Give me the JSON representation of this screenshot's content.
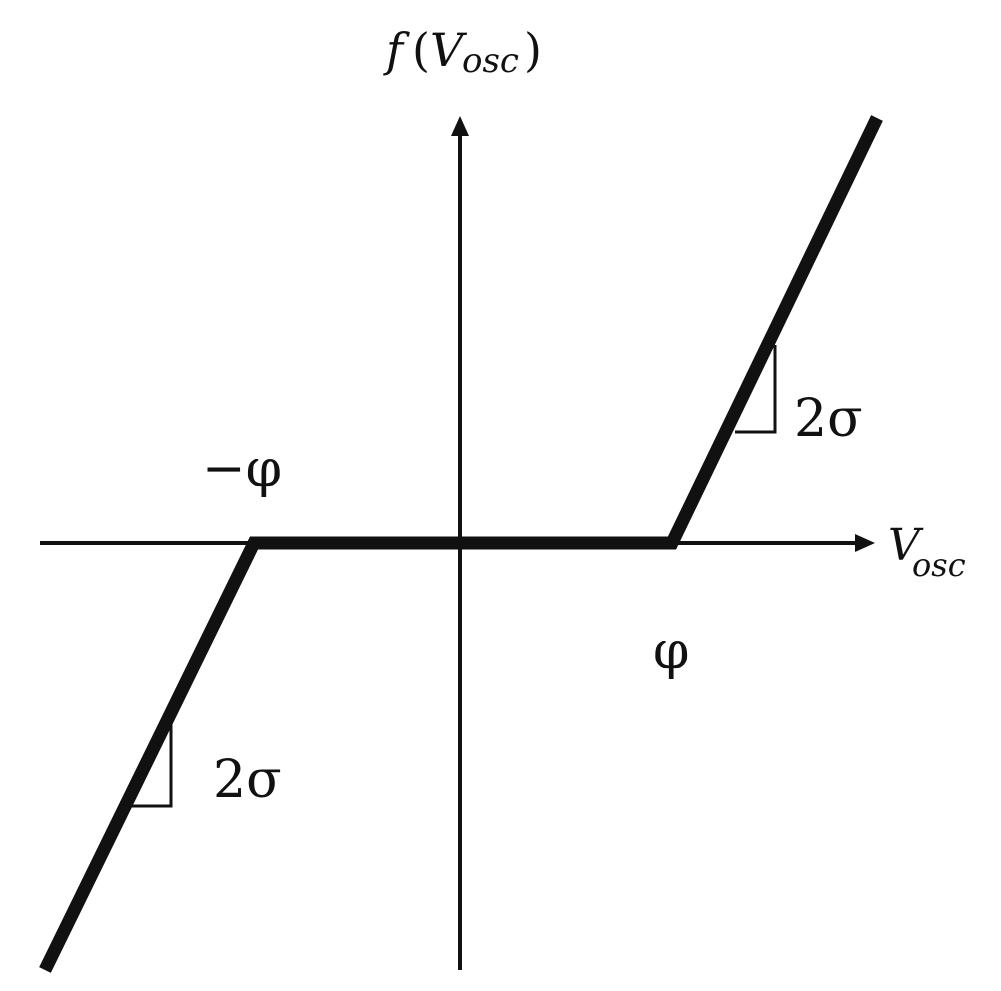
{
  "diagram": {
    "y_axis_label": {
      "f": "f",
      "open_paren": "(",
      "V": "V",
      "sub": "osc",
      "close_paren": ")"
    },
    "x_axis_label": {
      "V": "V",
      "sub": "osc"
    },
    "threshold_positive": "φ",
    "threshold_negative": "−φ",
    "slope_label_right": "2σ",
    "slope_label_left": "2σ",
    "colors": {
      "ink": "#111111",
      "background": "#ffffff"
    }
  }
}
